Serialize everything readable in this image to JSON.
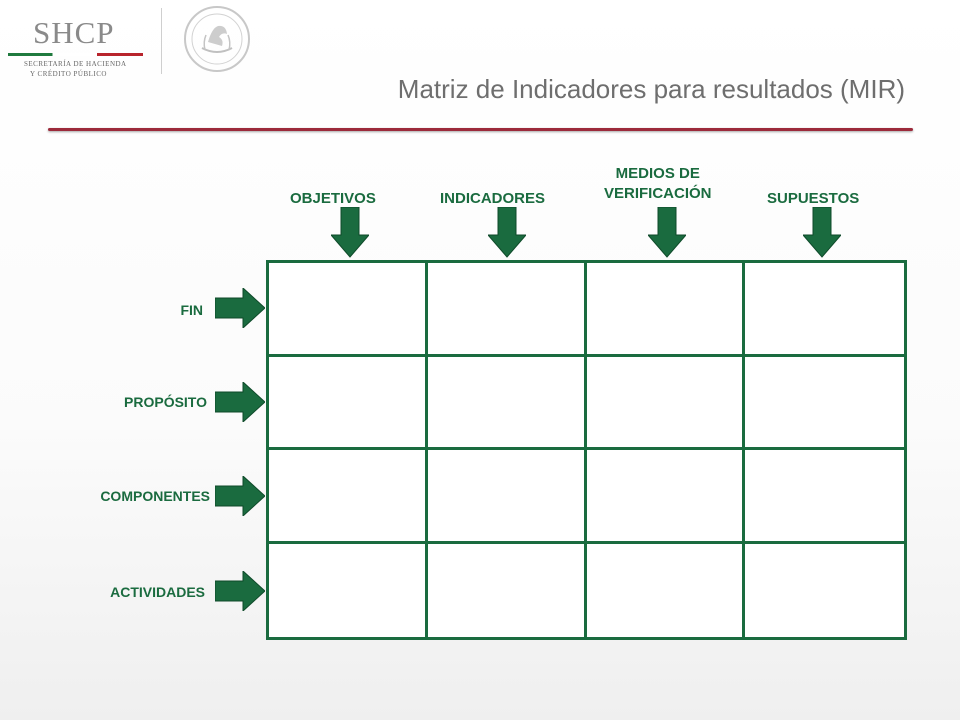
{
  "logo": {
    "name": "SHCP",
    "line1": "SECRETARÍA DE HACIENDA",
    "line2": "Y CRÉDITO PÚBLICO"
  },
  "title": "Matriz de Indicadores para resultados (MIR)",
  "columns": {
    "objetivos": "OBJETIVOS",
    "indicadores": "INDICADORES",
    "medios_line1": "MEDIOS DE",
    "medios_line2": "VERIFICACIÓN",
    "supuestos": "SUPUESTOS"
  },
  "rows": {
    "fin": "FIN",
    "proposito": "PROPÓSITO",
    "componentes": "COMPONENTES",
    "actividades": "ACTIVIDADES"
  },
  "colors": {
    "green": "#1a6b3f",
    "title_gray": "#6e6e6e",
    "rule_maroon": "#9c2a3b"
  },
  "icons": {
    "seal": "mexican-coat-of-arms-seal",
    "arrow_down": "green-down-arrow",
    "arrow_right": "green-right-arrow"
  }
}
